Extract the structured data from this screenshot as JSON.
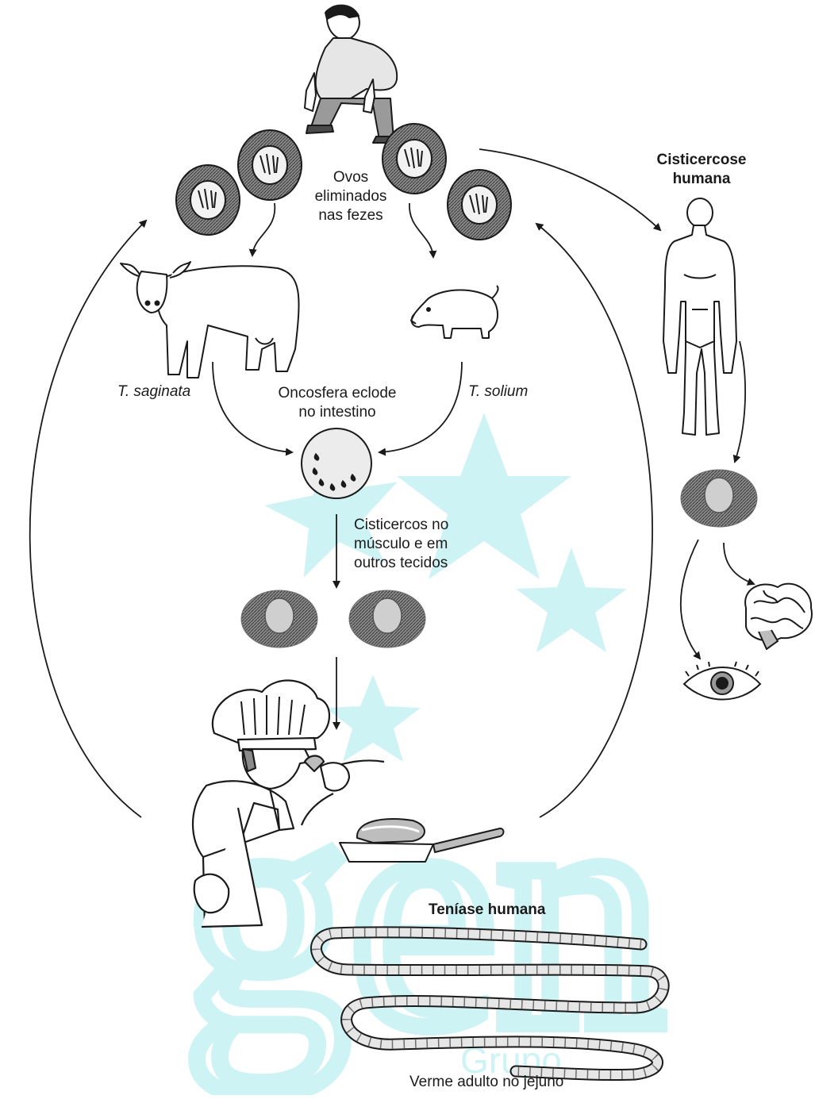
{
  "labels": {
    "eggs": [
      "Ovos",
      "eliminados",
      "nas fezes"
    ],
    "t_saginata": "T. saginata",
    "t_solium": "T. solium",
    "oncosphere": [
      "Oncosfera eclode",
      "no intestino"
    ],
    "cysticerci": [
      "Cisticercos no",
      "músculo e em",
      "outros tecidos"
    ],
    "human_cysticercosis": [
      "Cisticercose",
      "humana"
    ],
    "human_taeniasis": "Teníase humana",
    "adult_worm": "Verme adulto no jejuno"
  },
  "watermark": {
    "letters": "gen",
    "small_text": "Grupo",
    "color": "#c9f2f4"
  },
  "colors": {
    "ink": "#1a1a1a",
    "shade": "#6e6e6e",
    "light_fill": "#f2f2f2",
    "watermark": "#c9f2f4"
  }
}
